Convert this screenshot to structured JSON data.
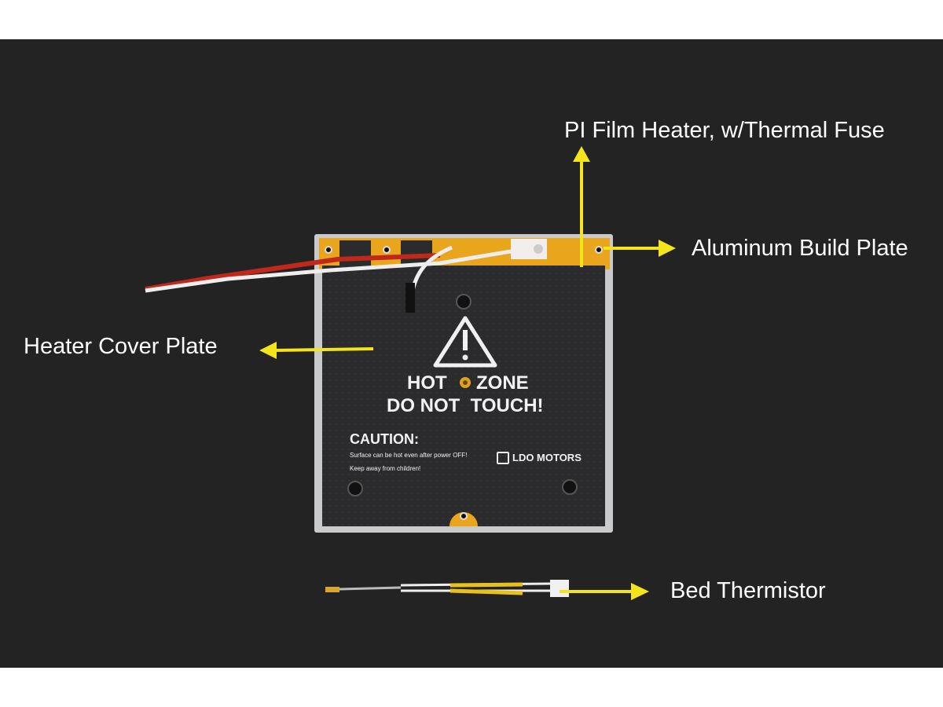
{
  "labels": {
    "pi_film_heater": "PI Film Heater, w/Thermal Fuse",
    "aluminum_build_plate": "Aluminum Build Plate",
    "heater_cover_plate": "Heater Cover Plate",
    "bed_thermistor": "Bed Thermistor"
  },
  "plate_print": {
    "hot": "HOT",
    "zone": "ZONE",
    "do_not_touch": "DO NOT  TOUCH!",
    "caution": "CAUTION:",
    "caution_line1": "Surface can be hot even after power OFF!",
    "caution_line2": "Keep away from children!",
    "brand": "LDO MOTORS"
  },
  "colors": {
    "arrow": "#f3e41c",
    "kapton": "#e9a51c",
    "background": "#232323"
  }
}
